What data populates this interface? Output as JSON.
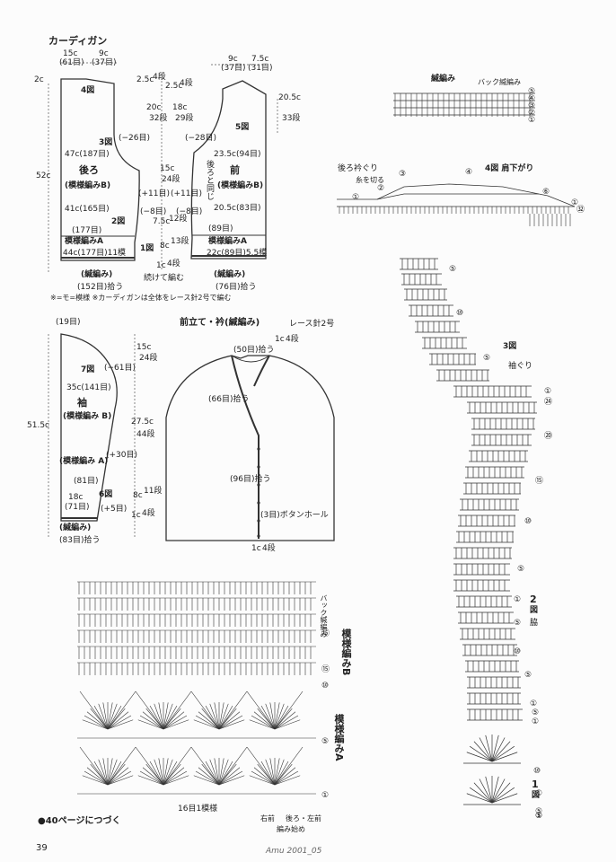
{
  "title": "カーディガン",
  "back_piece": {
    "name": "後ろ",
    "pattern": "(模様編みB)",
    "pattern_a": "模様編みA",
    "hem": "(緘編み)",
    "hem_count": "(152目)拾う",
    "zone_4": "4図",
    "zone_3": "3図",
    "zone_2": "2図",
    "zone_1": "1図",
    "top_w1": "15c",
    "top_w1_n": "(61目)",
    "top_w2": "9c",
    "top_w2_n": "(37目)",
    "depth": "2c",
    "w_47": "47c(187目)",
    "w_41": "41c(165目)",
    "w_177": "(177目)",
    "w_44": "44c(177目)11模",
    "minus26": "(−26目)",
    "height_52": "52c"
  },
  "front_piece": {
    "name": "前",
    "pattern": "(模様編みB)",
    "pattern_a": "模様編みA",
    "hem": "(緘編み)",
    "hem_count": "(76目)拾う",
    "zone_5": "5図",
    "w_9": "9c",
    "w_9_n": "(37目)",
    "w_75": "7.5c",
    "w_75_n": "(31目)",
    "w_235": "23.5c(94目)",
    "w_205": "20.5c(83目)",
    "w_89": "(89目)",
    "w_22": "22c(89目)5.5模",
    "h_205": "20.5c",
    "h_33": "33段",
    "minus28": "(−28目)",
    "back_side": "後ろと同じ"
  },
  "middle_dims": {
    "d25a": "2.5c",
    "d4a": "4段",
    "d25b": "2.5c",
    "d4b": "4段",
    "d20": "20c",
    "d32": "32段",
    "d18": "18c",
    "d29": "29段",
    "d15": "15c",
    "d24": "24段",
    "d75": "7.5c",
    "d12": "12段",
    "d8c": "8c",
    "d13": "13段",
    "d1c": "1c",
    "d4c": "4段",
    "plus11a": "(+11目)",
    "plus11b": "(+11目)",
    "minus8a": "(−8目)",
    "minus8b": "(−8目)",
    "join": "続けて編む"
  },
  "notes": "※=モ=模様 ※カーディガンは全体をレース針2号で編む",
  "sleeve": {
    "name": "袖",
    "pattern": "(模様編み B)",
    "pattern_a": "(模様編み A)",
    "hem": "(緘編み)",
    "hem_count": "(83目)拾う",
    "top": "(19目)",
    "zone_7": "7図",
    "zone_6": "6図",
    "minus61": "(−61目)",
    "w_35": "35c(141目)",
    "height_515": "51.5c",
    "plus30": "(+30目)",
    "plus5": "(+5目)",
    "w_81": "(81目)",
    "w_18": "18c",
    "w_71": "(71目)",
    "d15": "15c",
    "d24": "24段",
    "d275": "27.5c",
    "d44": "44段",
    "d8": "8c",
    "d11": "11段",
    "d1": "1c",
    "d4": "4段"
  },
  "collar": {
    "title": "前立て・衿(緘編み)",
    "hook": "レース針2号",
    "count_50": "(50目)拾う",
    "count_66": "(66目)拾う",
    "count_96": "(96目)拾う",
    "buttonhole": "(3目)ボタンホール",
    "d1c": "1c",
    "d4": "4段",
    "d1c_b": "1c",
    "d4_b": "4段"
  },
  "edge_chart": {
    "title": "緘編み",
    "back_stitch": "バック緘編み",
    "n5": "⑤",
    "n4": "④",
    "n3": "③",
    "n2": "②",
    "n1": "①"
  },
  "shoulder_chart": {
    "title": "4図 肩下がり",
    "back_neck": "後ろ衿ぐり",
    "fasten": "糸を切る",
    "n6": "⑥",
    "n4": "④",
    "n3": "③",
    "n2": "②",
    "n1": "①",
    "n32": "㉜"
  },
  "armhole_chart": {
    "title": "3図",
    "subtitle": "袖ぐり",
    "zone_2": "2",
    "zone_2b": "図",
    "zone_2c": "脇",
    "zone_1": "1",
    "zone_1b": "図",
    "labels": [
      "⑤",
      "⑩",
      "⑤",
      "①",
      "㉔",
      "⑳",
      "⑮",
      "⑩",
      "⑤",
      "①",
      "⑤",
      "⑩",
      "⑤",
      "①",
      "⑤",
      "①",
      "⑩",
      "⑤",
      "①",
      "⑤",
      "①"
    ]
  },
  "pattern_chart": {
    "label_b": "模様編みB",
    "label_a": "模様編みA",
    "back_stitch": "バック緘編み",
    "repeat": "16目1模様",
    "start": "編み始め",
    "right_front": "右前",
    "back": "後ろ・左前",
    "rows": [
      "⑮",
      "⑮",
      "⑩",
      "⑤",
      "①"
    ]
  },
  "footer": {
    "continue": "●40ページにつづく",
    "page": "39",
    "source": "Amu 2001_05"
  }
}
